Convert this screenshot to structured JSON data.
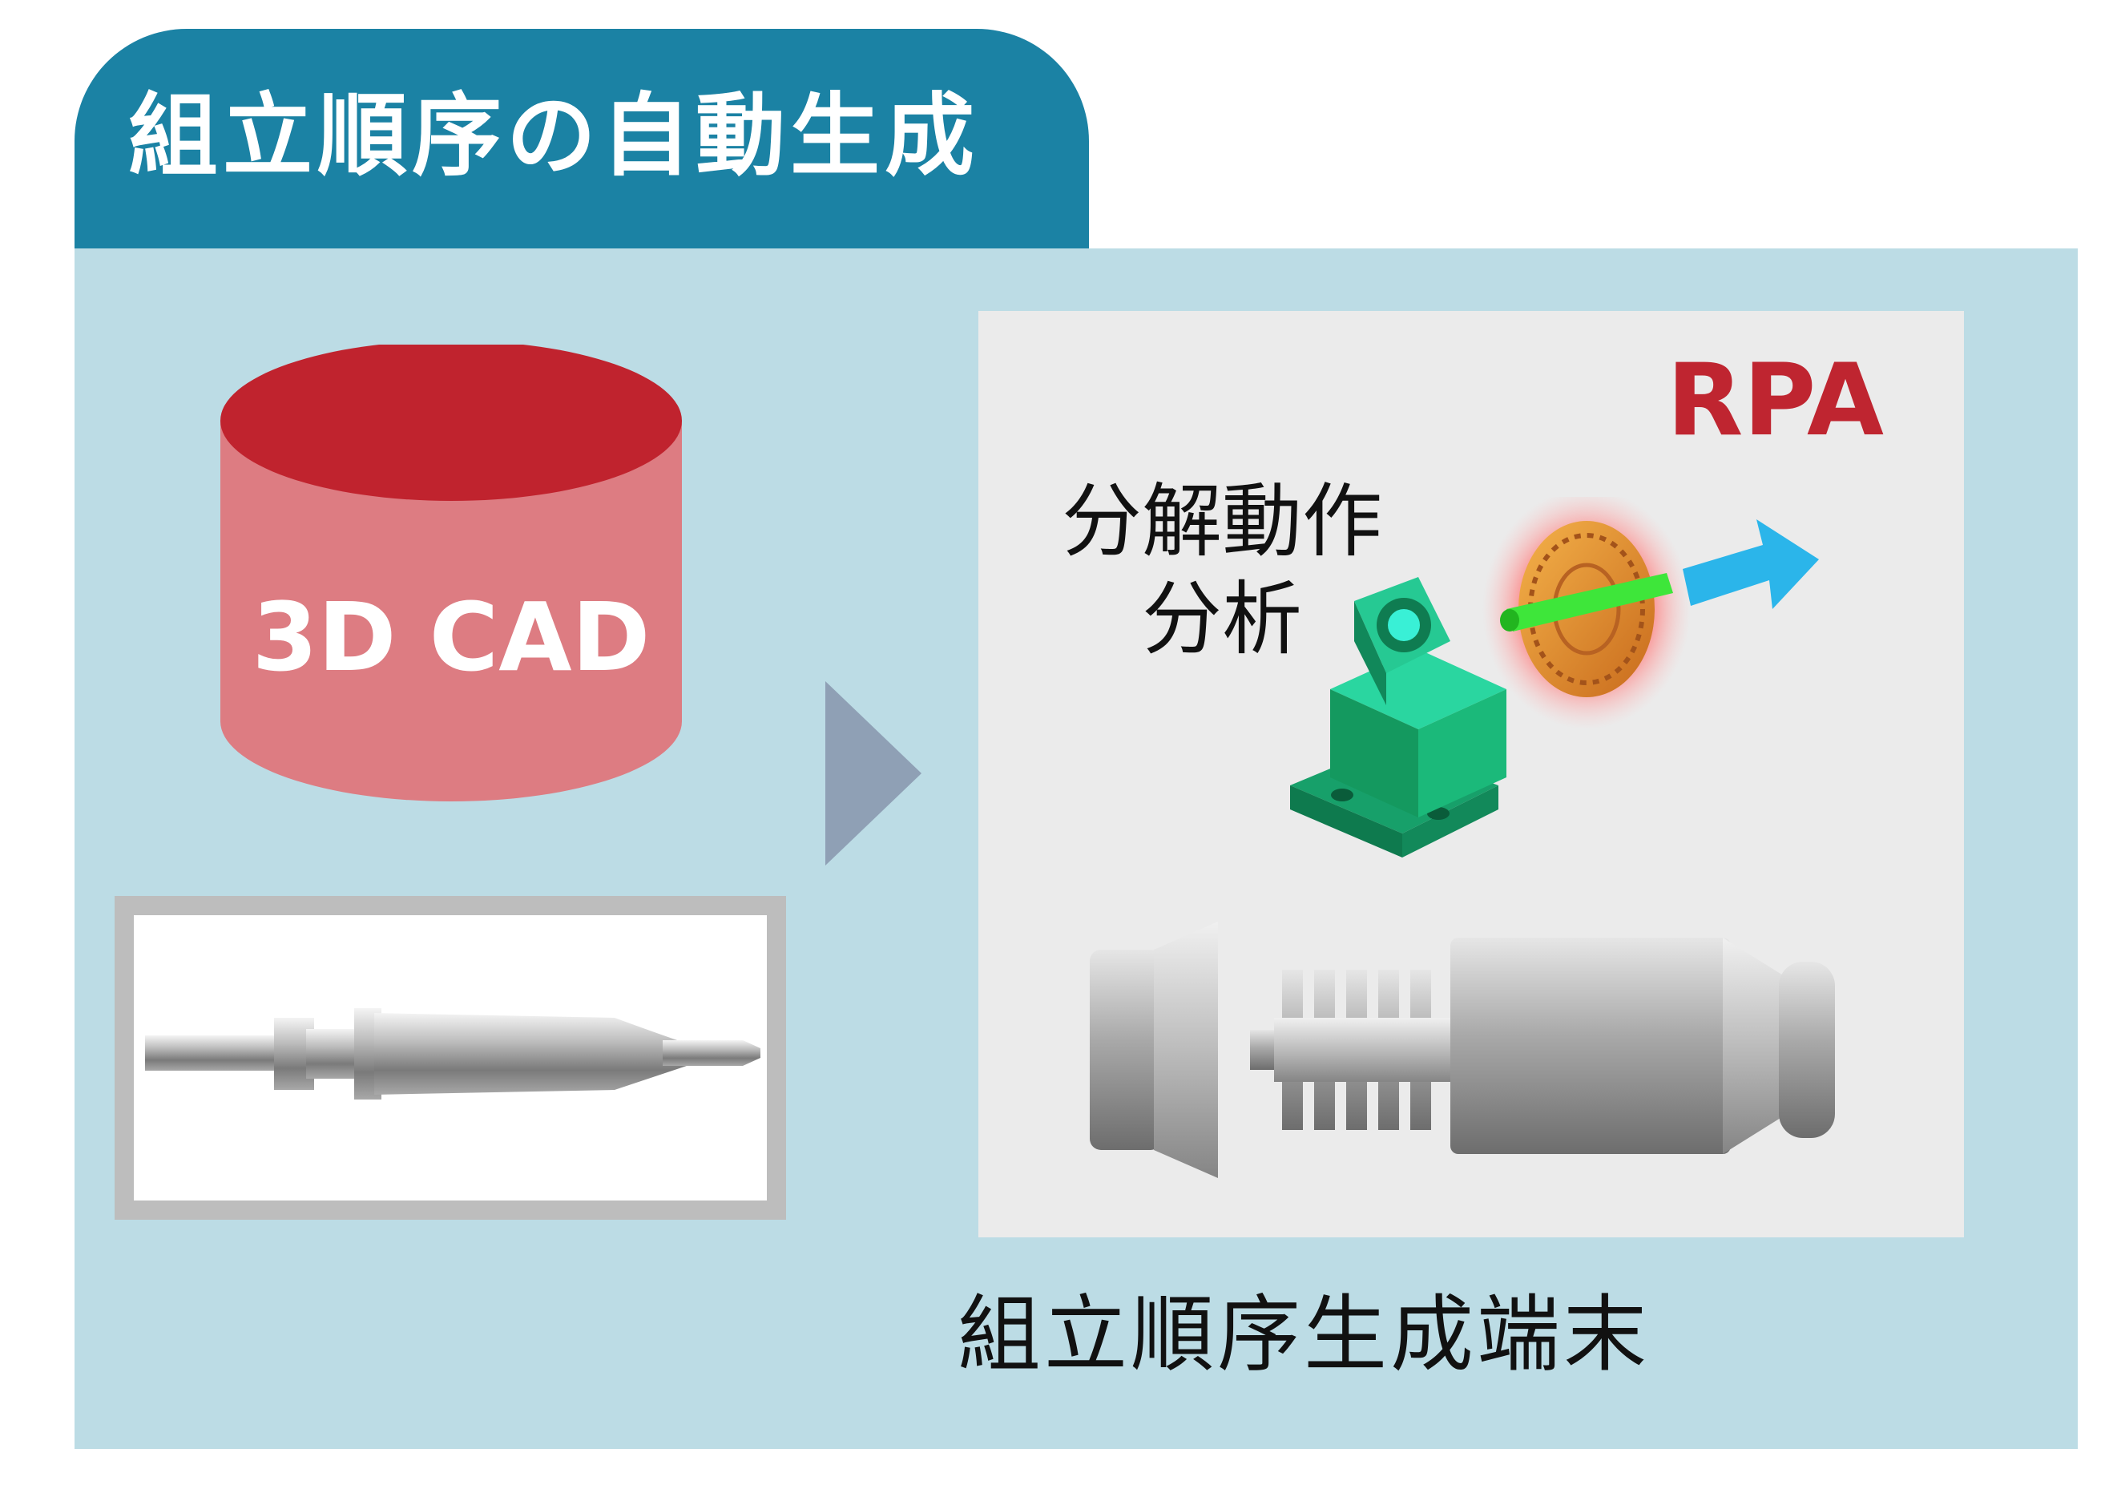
{
  "header": {
    "title": "組立順序の自動生成",
    "color": "#1b82a4"
  },
  "cad": {
    "label": "3D CAD",
    "top_color": "#c0232e",
    "body_color": "#dd7c82"
  },
  "flow_arrow": {
    "icon": "triangle-arrow-right-icon",
    "color": "#8fa0b5"
  },
  "terminal": {
    "rpa_label": "RPA",
    "analysis_line1": "分解動作",
    "analysis_line2": "分析",
    "caption": "組立順序生成端末"
  },
  "colors": {
    "panel": "#bcdce5",
    "terminal_bg": "#ebebeb",
    "rpa_red": "#bf2530",
    "bracket_green": "#1fa36a",
    "gear_orange": "#e08a2a",
    "motion_arrow_blue": "#2bb5ea"
  }
}
